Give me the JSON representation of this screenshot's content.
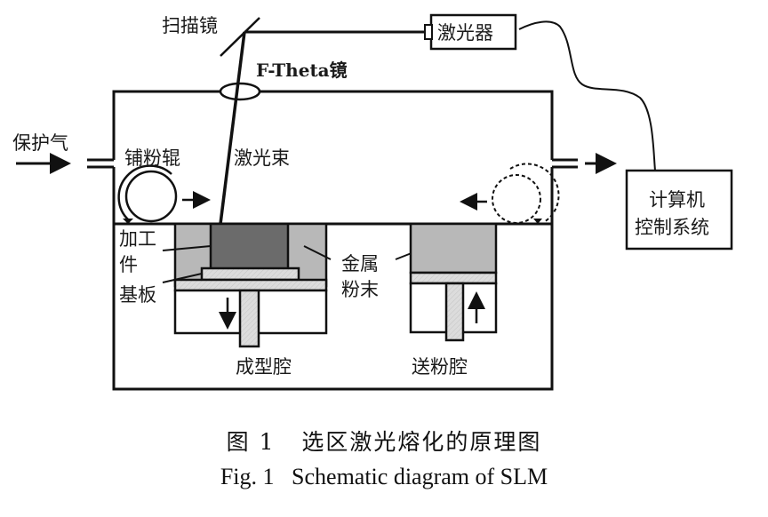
{
  "diagram": {
    "labels": {
      "scan_mirror": "扫描镜",
      "laser": "激光器",
      "f_theta_lens": "F-Theta镜",
      "shielding_gas": "保护气",
      "powder_roller": "铺粉辊",
      "laser_beam": "激光束",
      "computer_control_line1": "计算机",
      "computer_control_line2": "控制系统",
      "workpiece_line1": "加工",
      "workpiece_line2": "件",
      "substrate": "基板",
      "metal_powder_line1": "金属",
      "metal_powder_line2": "粉末",
      "build_chamber": "成型腔",
      "powder_feed_chamber": "送粉腔"
    },
    "colors": {
      "line": "#111111",
      "workpiece": "#6b6b6b",
      "powder": "#b8b8b8",
      "plate": "#d9d9d9"
    }
  },
  "caption": {
    "chinese_fig": "图 1",
    "chinese_title": "选区激光熔化的原理图",
    "english_fig": "Fig. 1",
    "english_title": "Schematic diagram of SLM"
  }
}
